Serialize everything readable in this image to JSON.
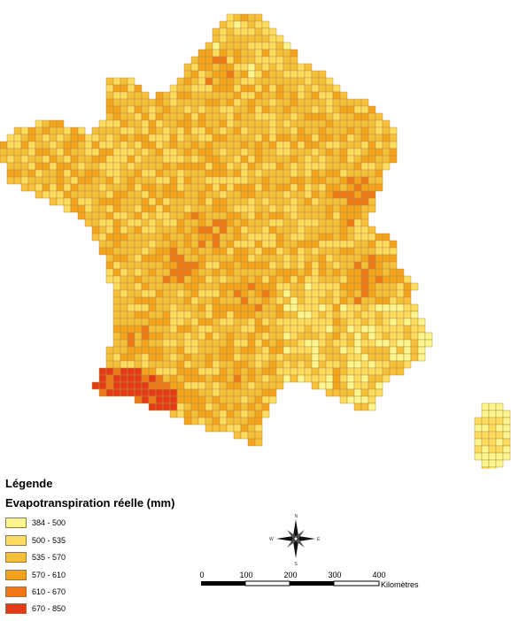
{
  "legend": {
    "title": "Légende",
    "subtitle": "Evapotranspiration réelle (mm)",
    "classes": [
      {
        "label": "384 - 500",
        "color": "#fdf58f"
      },
      {
        "label": "500 - 535",
        "color": "#fcdc61"
      },
      {
        "label": "535 - 570",
        "color": "#f7bf3a"
      },
      {
        "label": "570 - 610",
        "color": "#f4a11e"
      },
      {
        "label": "610 - 670",
        "color": "#ee7718"
      },
      {
        "label": "670 - 850",
        "color": "#e43a18"
      }
    ]
  },
  "scale": {
    "ticks": [
      "0",
      "100",
      "200",
      "300",
      "400"
    ],
    "unit": "Kilomètres"
  },
  "compass": {
    "n": "N",
    "s": "S",
    "e": "E",
    "w": "W"
  }
}
